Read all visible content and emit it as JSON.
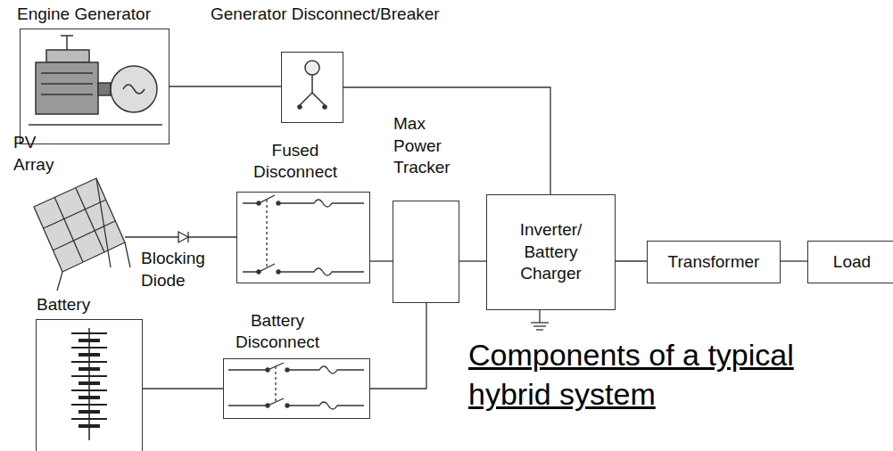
{
  "diagram": {
    "title": "Components of a typical hybrid system",
    "nodes": [
      {
        "text": [
          "Engine Generator"
        ]
      },
      {
        "text": [
          "Generator Disconnect/Breaker"
        ]
      },
      {
        "text": [
          "Fused Disconnect"
        ]
      },
      {
        "text": [
          "Max Power Tracker"
        ]
      },
      {
        "text": [
          "Inverter/ Battery Charger"
        ]
      },
      {
        "text": [
          "Transformer"
        ]
      },
      {
        "text": [
          "Load"
        ]
      },
      {
        "text": [
          "Battery"
        ]
      },
      {
        "text": [
          "Battery Disconnect"
        ]
      }
    ],
    "edges": [
      {
        "from": 0,
        "to": 1,
        "arrow": "none"
      },
      {
        "from": 1,
        "to": 4,
        "arrow": "none"
      },
      {
        "from": 2,
        "to": 3,
        "arrow": "none"
      },
      {
        "from": 3,
        "to": 4,
        "arrow": "none"
      },
      {
        "from": 4,
        "to": 5,
        "arrow": "none"
      },
      {
        "from": 5,
        "to": 6,
        "arrow": "none"
      },
      {
        "from": 7,
        "to": 8,
        "arrow": "none"
      },
      {
        "from": 8,
        "to": 3,
        "arrow": "none"
      }
    ],
    "labels": [
      "PV Array",
      "Blocking Diode"
    ]
  }
}
